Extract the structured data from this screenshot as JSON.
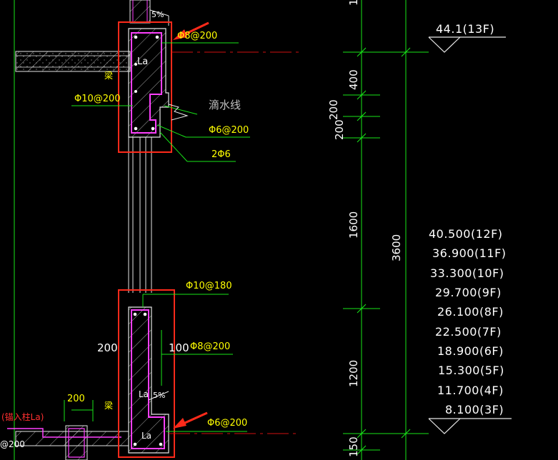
{
  "annotations": {
    "rebar_top_8_200": "Φ8@200",
    "rebar_10_200": "Φ10@200",
    "rebar_6_200_top": "Φ6@200",
    "rebar_2_6": "2Φ6",
    "drip_line": "滴水线",
    "beam_label_top": "梁",
    "beam_label_bottom": "梁",
    "la_top": "La",
    "slope_top": "5%",
    "slope_bottom": "5%",
    "rebar_10_180": "Φ10@180",
    "dim_200_left": "200",
    "dim_100": "100",
    "rebar_8_200_mid": "Φ8@200",
    "rebar_6_200_bottom": "Φ6@200",
    "la_bottom": "La",
    "la_small": "La",
    "dim_200_small": "200",
    "anchor_note": "(锚入柱La)",
    "rebar_200_cut": "@200"
  },
  "dimensions": {
    "d_top_cut": "1",
    "d_400": "400",
    "d_200_a": "200",
    "d_200_b": "200",
    "d_1600": "1600",
    "d_3600": "3600",
    "d_1200": "1200",
    "d_150": "150"
  },
  "levels": {
    "top": "44.1(13F)",
    "list": [
      "40.500(12F)",
      "36.900(11F)",
      "33.300(10F)",
      "29.700(9F)",
      "26.100(8F)",
      "22.500(7F)",
      "18.900(6F)",
      "15.300(5F)",
      "11.700(4F)",
      "8.100(3F)"
    ]
  },
  "colors": {
    "background": "#000000",
    "highlight_box": "#ff2a1a",
    "dimension_line": "#19e619",
    "rebar_text": "#ffff00",
    "stirrup": "#e040fb",
    "outline": "#e6e6e6"
  }
}
